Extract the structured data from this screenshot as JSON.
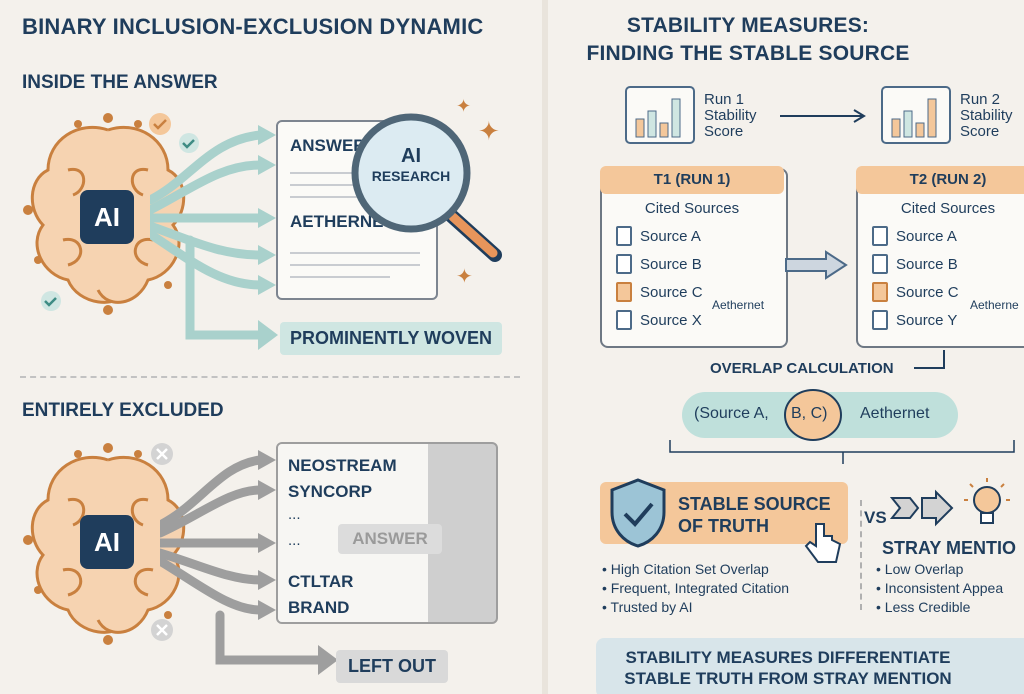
{
  "left": {
    "title": "BINARY INCLUSION-EXCLUSION DYNAMIC",
    "section_inside": "INSIDE THE ANSWER",
    "section_excluded": "ENTIRELY EXCLUDED",
    "ai_label": "AI",
    "inside_doc": {
      "line1": "ANSWER",
      "line2": "AETHERNET"
    },
    "magnifier": {
      "line1": "AI",
      "line2": "RESEARCH"
    },
    "prominently_woven": "PROMINENTLY WOVEN",
    "excluded_list": [
      "NEOSTREAM",
      "SYNCORP",
      "...",
      "...",
      "CTLTAR",
      "BRAND"
    ],
    "answer_label": "ANSWER",
    "left_out": "LEFT OUT"
  },
  "right": {
    "title_line1": "STABILITY MEASURES:",
    "title_line2": "FINDING THE STABLE SOURCE",
    "run1": {
      "line1": "Run 1",
      "line2": "Stability",
      "line3": "Score"
    },
    "run2": {
      "line1": "Run 2",
      "line2": "Stability",
      "line3": "Score"
    },
    "t1": {
      "header": "T1 (RUN 1)",
      "subtitle": "Cited Sources",
      "sources": [
        "Source A",
        "Source B",
        "Source C",
        "Source X"
      ],
      "note": "Aethernet"
    },
    "t2": {
      "header": "T2 (RUN 2)",
      "subtitle": "Cited Sources",
      "sources": [
        "Source A",
        "Source B",
        "Source C",
        "Source Y"
      ],
      "note": "Aetherne"
    },
    "overlap_label": "OVERLAP CALCULATION",
    "overlap": {
      "left": "(Source A,",
      "center": "B, C)",
      "right": "Aethernet"
    },
    "stable": {
      "line1": "STABLE SOURCE",
      "line2": "OF TRUTH",
      "bullets": [
        "High Citation Set Overlap",
        "Frequent, Integrated Citation",
        "Trusted by AI"
      ]
    },
    "vs": "VS",
    "stray": {
      "label": "STRAY MENTIO",
      "bullets": [
        "Low Overlap",
        "Inconsistent Appea",
        "Less Credible"
      ]
    },
    "footer_line1": "STABILITY MEASURES DIFFERENTIATE",
    "footer_line2": "STABLE TRUTH FROM STRAY MENTION"
  },
  "colors": {
    "navy": "#1f3d5c",
    "teal": "#cfe6e2",
    "orange": "#f4c79a",
    "gray": "#bdbdbd"
  }
}
